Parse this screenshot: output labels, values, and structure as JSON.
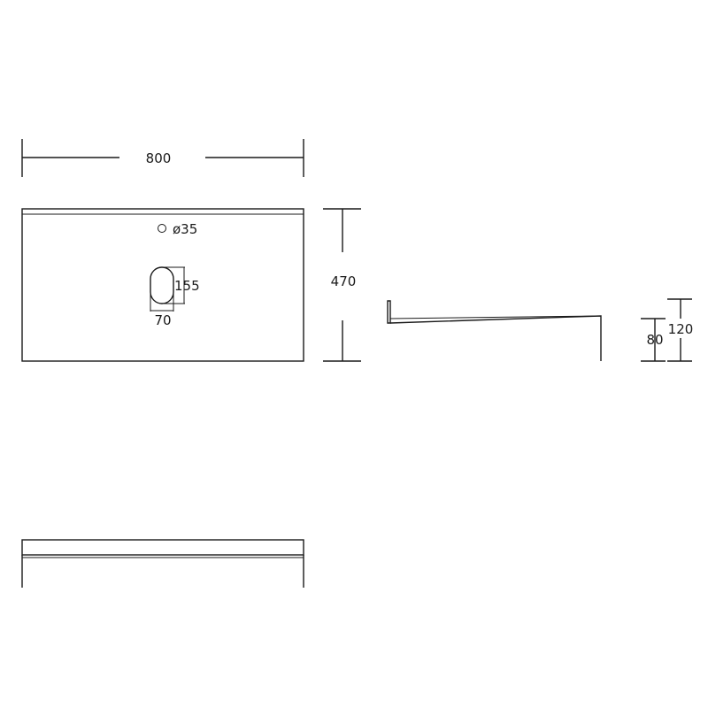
{
  "drawing": {
    "dimensions": {
      "width": "800",
      "depth": "470",
      "tap_hole": "ø35",
      "waste_height": "155",
      "waste_width": "70",
      "side_short": "80",
      "side_tall": "120"
    }
  }
}
